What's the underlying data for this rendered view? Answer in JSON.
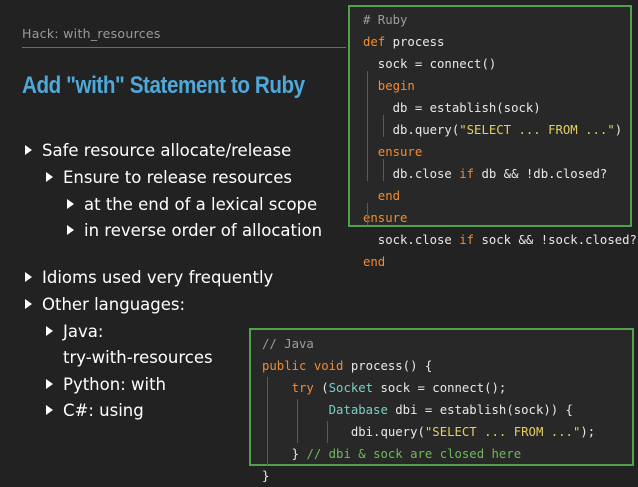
{
  "header": {
    "label": "Hack: with_resources"
  },
  "title": "Add \"with\" Statement to Ruby",
  "bullets": [
    "Safe resource allocate/release",
    "Ensure to release resources",
    "at the end of a lexical scope",
    "in reverse order of allocation",
    "Idioms used very frequently",
    "Other languages:",
    "Java:",
    "try-with-resources",
    "Python: with",
    "C#: using"
  ],
  "ruby_code": {
    "comment": "# Ruby",
    "def_kw": "def",
    "method": " process",
    "l3": "  sock = connect()",
    "begin_kw": "  begin",
    "l5": "    db = establish(sock)",
    "l6a": "    db.query(",
    "l6s": "\"SELECT ... FROM ...\"",
    "l6b": ")",
    "ensure1": "  ensure",
    "l8a": "    db.close ",
    "l8if": "if",
    "l8b": " db && !db.closed?",
    "end1": "  end",
    "ensure2": "ensure",
    "l11a": "  sock.close ",
    "l11if": "if",
    "l11b": " sock && !sock.closed?",
    "end2": "end"
  },
  "java_code": {
    "comment": "// Java",
    "public_kw": "public",
    "void_kw": "void",
    "sig": " process() {",
    "try_kw": "try",
    "open_paren": " (",
    "socket_cls": "Socket",
    "sock_decl": " sock = connect();",
    "database_cls": "Database",
    "dbi_decl": " dbi = establish(sock)) {",
    "dbi_call": "dbi.query(",
    "dbi_str": "\"SELECT ... FROM ...\"",
    "dbi_end": ");",
    "close_brace": "}",
    "closed_comment": "// dbi & sock are closed here",
    "final_brace": "}"
  },
  "colors": {
    "accent": "#4fa8d8",
    "keyword": "#f58b2c",
    "string": "#e5d05b",
    "class": "#7ad0c8",
    "border": "#4fa24a"
  }
}
